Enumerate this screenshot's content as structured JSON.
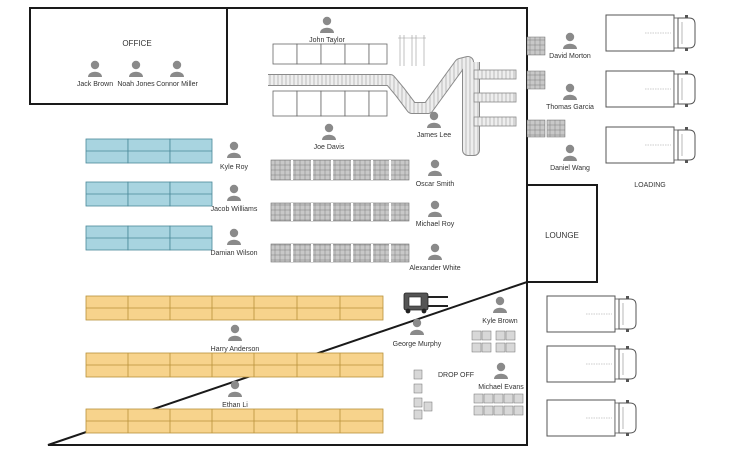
{
  "areas": {
    "office": "OFFICE",
    "lounge": "LOUNGE",
    "loading": "LOADING",
    "drop_off": "DROP OFF"
  },
  "people": {
    "jack_brown": "Jack Brown",
    "noah_jones": "Noah Jones",
    "connor_miller": "Connor Miller",
    "john_taylor": "John Taylor",
    "david_morton": "David Morton",
    "thomas_garcia": "Thomas Garcia",
    "daniel_wang": "Daniel Wang",
    "james_lee": "James Lee",
    "joe_davis": "Joe Davis",
    "kyle_roy": "Kyle Roy",
    "jacob_williams": "Jacob Williams",
    "damian_wilson": "Damian Wilson",
    "oscar_smith": "Oscar Smith",
    "michael_roy": "Michael Roy",
    "alexander_white": "Alexander White",
    "kyle_brown": "Kyle Brown",
    "george_murphy": "George Murphy",
    "harry_anderson": "Harry Anderson",
    "michael_evans": "Michael Evans",
    "ethan_li": "Ethan Li"
  },
  "colors": {
    "wall": "#1a1a1a",
    "blue_rack_fill": "#a8d4e0",
    "blue_rack_stroke": "#4a8898",
    "yellow_rack_fill": "#f7d38c",
    "yellow_rack_stroke": "#b8923a",
    "grid_fill": "#c4c4c4",
    "grid_stroke": "#707070",
    "person": "#8a8a8a",
    "truck_stroke": "#555555"
  }
}
